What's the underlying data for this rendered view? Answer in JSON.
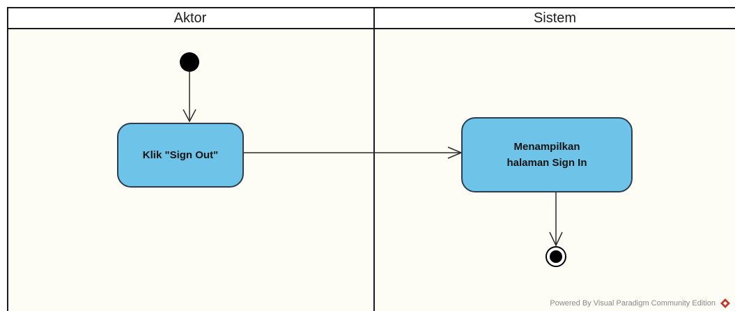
{
  "swimlanes": [
    {
      "title": "Aktor"
    },
    {
      "title": "Sistem"
    }
  ],
  "actions": [
    {
      "label": "Klik \"Sign Out\""
    },
    {
      "label": "Menampilkan\nhalaman Sign In"
    }
  ],
  "footer": {
    "text": "Powered By Visual Paradigm Community Edition"
  },
  "colors": {
    "action_fill": "#6dc4e8",
    "node_fill": "#000000",
    "lane_background": "#fdfdf6"
  }
}
